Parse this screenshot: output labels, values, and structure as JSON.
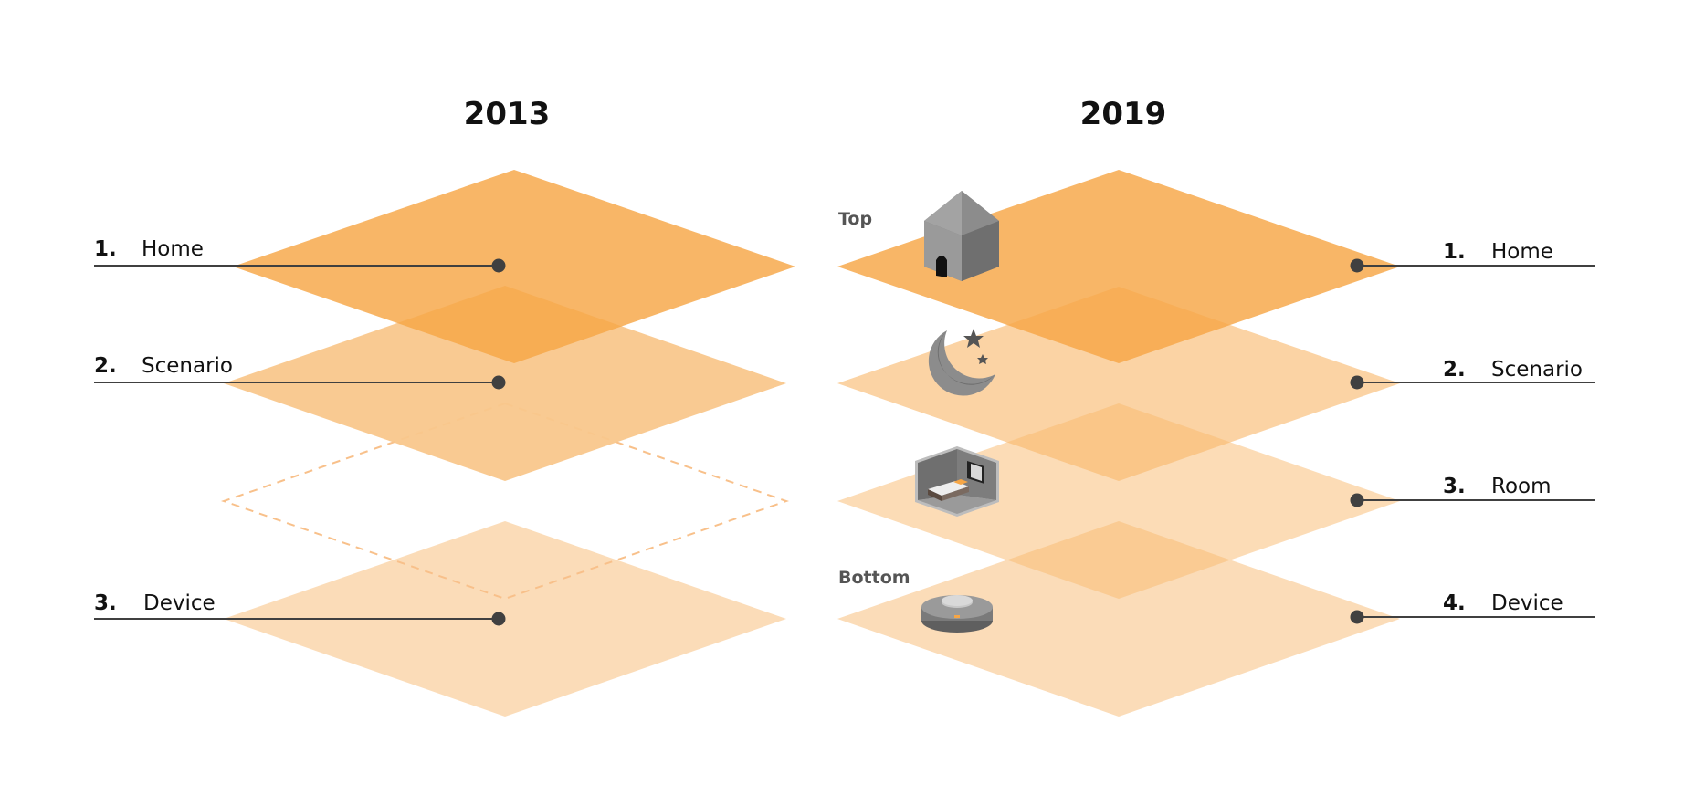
{
  "left": {
    "year": "2013",
    "layers": [
      {
        "number": "1.",
        "label": "Home"
      },
      {
        "number": "2.",
        "label": "Scenario"
      },
      {
        "number": "3.",
        "label": "Device"
      }
    ]
  },
  "right": {
    "year": "2019",
    "top_label": "Top",
    "bottom_label": "Bottom",
    "layers": [
      {
        "number": "1.",
        "label": "Home",
        "icon": "house-icon"
      },
      {
        "number": "2.",
        "label": "Scenario",
        "icon": "moon-stars-icon"
      },
      {
        "number": "3.",
        "label": "Room",
        "icon": "bedroom-icon"
      },
      {
        "number": "4.",
        "label": "Device",
        "icon": "robot-vacuum-icon"
      }
    ]
  },
  "colors": {
    "layer_1": "#f7b261",
    "layer_2": "#f9c78c",
    "layer_3": "#fbd9b2",
    "layer_4": "#fbdcb8",
    "dashed": "#f8c08a",
    "connector": "#404040"
  }
}
